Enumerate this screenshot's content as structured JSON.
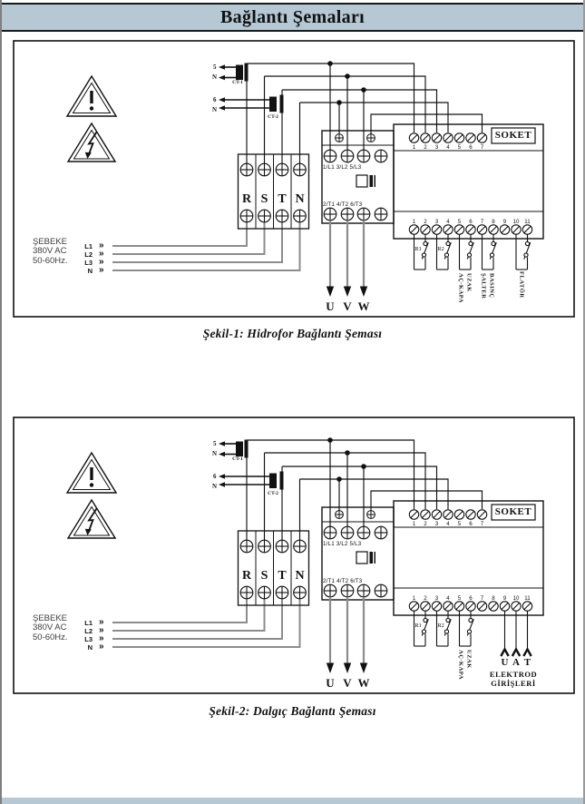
{
  "header": {
    "title": "Bağlantı Şemaları"
  },
  "diagram": {
    "ct1": {
      "line1": "5",
      "line2": "N",
      "name": "CT-1"
    },
    "ct2": {
      "line1": "6",
      "line2": "N",
      "name": "CT-2"
    },
    "mains": {
      "line1": "ŞEBEKE",
      "line2": "380V AC",
      "line3": "50-60Hz.",
      "phases": [
        "L1",
        "L2",
        "L3",
        "N"
      ],
      "chevron": "»"
    },
    "terminal_block": {
      "terminals": [
        "R",
        "S",
        "T",
        "N"
      ]
    },
    "contactor": {
      "top_label": "1/L1 3/L2 5/L3",
      "bottom_label": "2/T1 4/T2 6/T3"
    },
    "motor_outputs": [
      "U",
      "V",
      "W"
    ],
    "soket": {
      "label": "SOKET",
      "top_numbers": [
        "1",
        "2",
        "3",
        "4",
        "5",
        "6",
        "7"
      ],
      "bottom_numbers": [
        "1",
        "2",
        "3",
        "4",
        "5",
        "6",
        "7",
        "8",
        "9",
        "10",
        "11"
      ]
    },
    "relays": {
      "r1": "R1",
      "r2": "R2"
    },
    "remote_switch": {
      "word1": "UZAK",
      "word2": "AÇ-KAPA"
    }
  },
  "figure1": {
    "caption": "Şekil-1: Hidrofor Bağlantı Şeması",
    "pressure_switch": {
      "word1": "BASINÇ",
      "word2": "ŞALTER"
    },
    "float_switch": "FLATÖR"
  },
  "figure2": {
    "caption": "Şekil-2: Dalgıç Bağlantı Şeması",
    "electrodes": {
      "labels": [
        "U",
        "A",
        "T"
      ],
      "line1": "ELEKTROD",
      "line2": "GİRİŞLERİ"
    }
  }
}
